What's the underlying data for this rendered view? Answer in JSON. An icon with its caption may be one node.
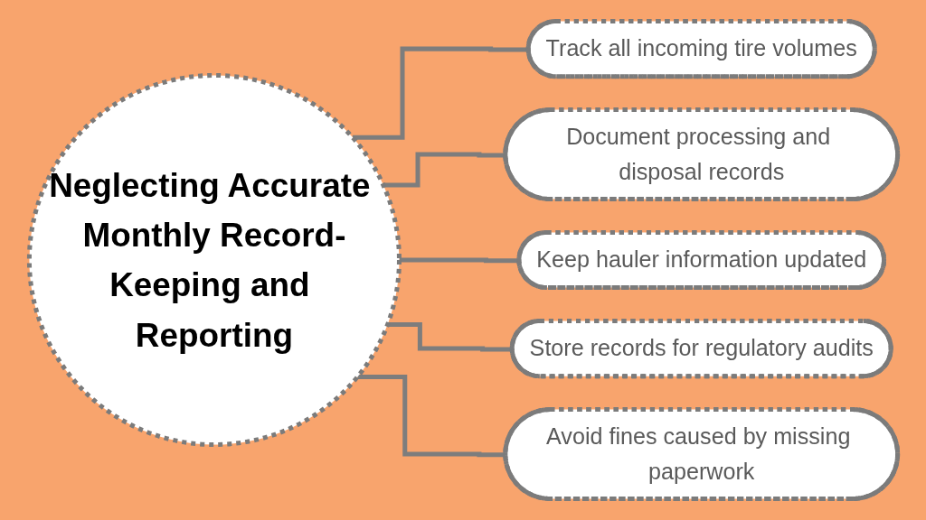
{
  "diagram": {
    "nodes": [
      {
        "text": [
          "Neglecting Accurate Monthly Record-Keeping and Reporting"
        ]
      },
      {
        "text": [
          "Track all incoming tire volumes"
        ]
      },
      {
        "text": [
          "Document processing and disposal records"
        ]
      },
      {
        "text": [
          "Keep hauler information updated"
        ]
      },
      {
        "text": [
          "Store records for regulatory audits"
        ]
      },
      {
        "text": [
          "Avoid fines caused by missing paperwork"
        ]
      }
    ],
    "edges": [
      {
        "from": 0,
        "to": 1,
        "arrow": "none"
      },
      {
        "from": 0,
        "to": 2,
        "arrow": "none"
      },
      {
        "from": 0,
        "to": 3,
        "arrow": "none"
      },
      {
        "from": 0,
        "to": 4,
        "arrow": "none"
      },
      {
        "from": 0,
        "to": 5,
        "arrow": "none"
      }
    ]
  }
}
